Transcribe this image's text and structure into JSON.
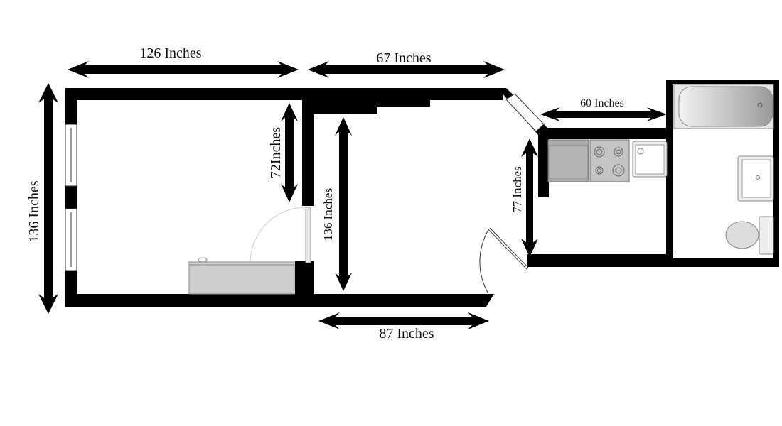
{
  "title": "Apartment floor plan",
  "dimensions": {
    "top_left_width": "126 Inches",
    "top_middle_width": "67 Inches",
    "kitchen_width": "60 Inches",
    "bottom_width": "87 Inches",
    "left_height": "136 Inches",
    "partition_height": "72Inches",
    "middle_height": "136 Inches",
    "kitchen_height": "77 Inches"
  },
  "colors": {
    "wall": "#000000",
    "fixture": "#cfcfcf",
    "fixture_stroke": "#8a8a8a"
  }
}
